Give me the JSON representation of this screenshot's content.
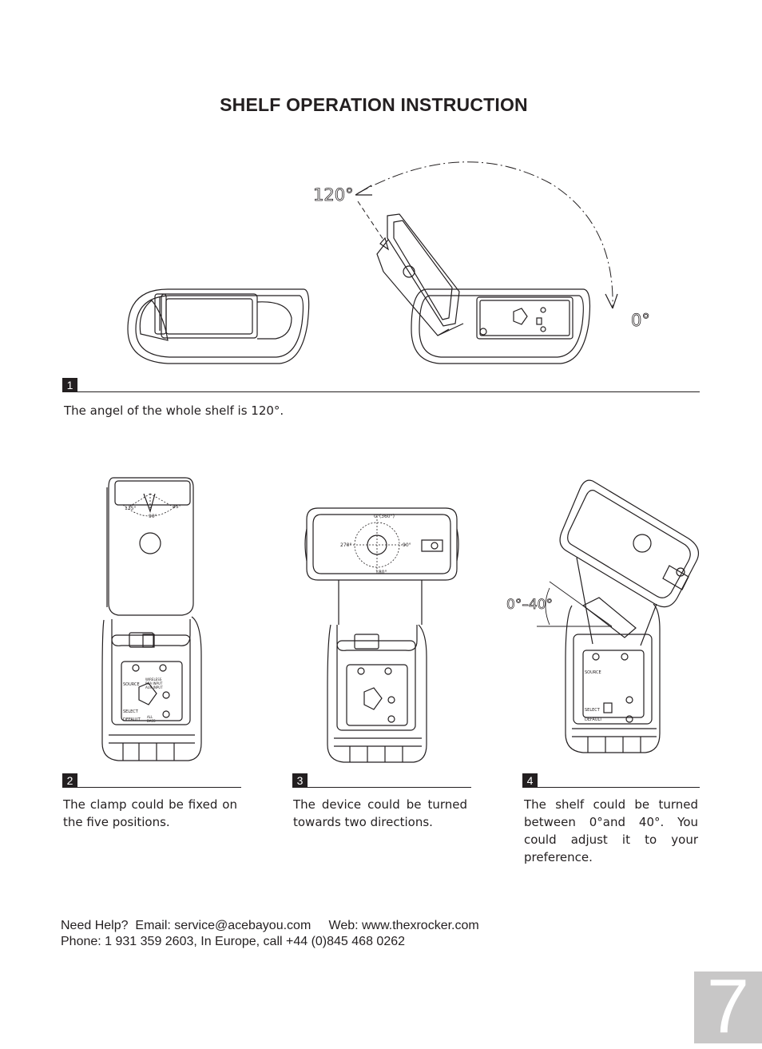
{
  "page": {
    "title": "SHELF OPERATION INSTRUCTION",
    "page_number": "7"
  },
  "figure1": {
    "angle_label": "120°",
    "zero_label": "0°"
  },
  "figure2": {
    "left_angle": "135°",
    "mid_angle": "90°",
    "right_angle": "45°"
  },
  "figure3": {
    "top_angle": "0°(360°)",
    "left_angle": "270°",
    "right_angle": "90°",
    "bottom_angle": "180°"
  },
  "figure4": {
    "range_label": "0°–40°"
  },
  "panel": {
    "source": "SOURCE",
    "wireless": "WIRELESS",
    "rca": "RCA INPUT",
    "aux": "AUX INPUT",
    "select": "SELECT",
    "default": "DEFAULT",
    "all": "ALL",
    "bass": "BASS"
  },
  "steps": [
    {
      "number": "1",
      "caption": "The angel of the whole shelf is 120°."
    },
    {
      "number": "2",
      "caption": "The clamp could be fixed on the five positions."
    },
    {
      "number": "3",
      "caption": "The device could be turned towards two directions."
    },
    {
      "number": "4",
      "caption": "The shelf could be turned between 0°and 40°. You could adjust it to your preference."
    }
  ],
  "footer": {
    "line1": "Need Help?  Email: service@acebayou.com     Web: www.thexrocker.com",
    "line2": "Phone: 1 931 359 2603, In Europe, call +44 (0)845 468 0262"
  }
}
